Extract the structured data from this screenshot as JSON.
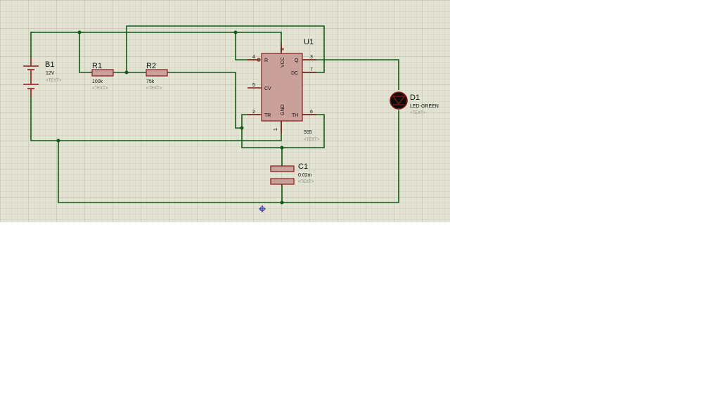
{
  "components": {
    "battery": {
      "ref": "B1",
      "value": "12V",
      "text": "<TEXT>"
    },
    "r1": {
      "ref": "R1",
      "value": "100k",
      "text": "<TEXT>"
    },
    "r2": {
      "ref": "R2",
      "value": "75k",
      "text": "<TEXT>"
    },
    "u1": {
      "ref": "U1",
      "part": "555",
      "text": "<TEXT>",
      "pins": {
        "r": "R",
        "vcc": "VCC",
        "q": "Q",
        "dc": "DC",
        "cv": "CV",
        "tr": "TR",
        "gnd": "GND",
        "th": "TH"
      },
      "pin_numbers": {
        "p1": "1",
        "p2": "2",
        "p3": "3",
        "p4": "4",
        "p5": "5",
        "p6": "6",
        "p7": "7",
        "p8": "8"
      }
    },
    "c1": {
      "ref": "C1",
      "value": "0.02m",
      "text": "<TEXT>"
    },
    "d1": {
      "ref": "D1",
      "value": "LED-GREEN",
      "text": "<TEXT>"
    }
  },
  "colors": {
    "canvas_bg": "#e3e3d3",
    "grid_minor": "#c9c9b5",
    "grid_major": "#b5b5a2",
    "wire": "#0f5a16",
    "component": "#8b1a1a",
    "origin_marker": "#2a2aa0"
  },
  "icons": {
    "origin": "origin-crosshair-icon"
  }
}
